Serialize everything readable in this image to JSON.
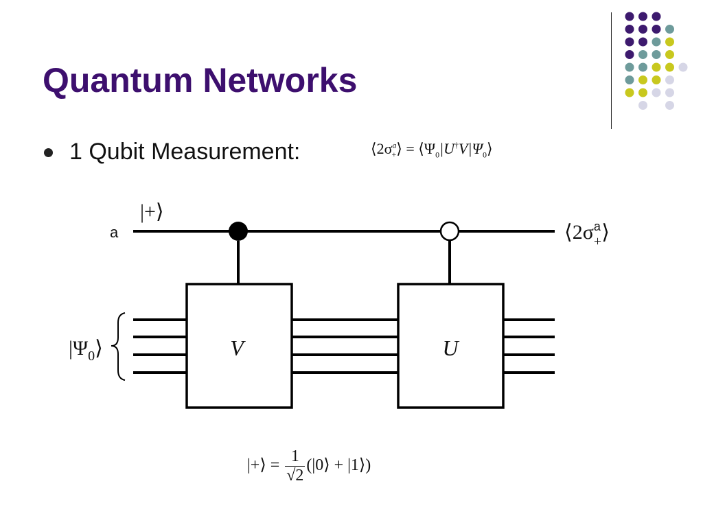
{
  "slide": {
    "title": "Quantum Networks",
    "bullet": "1 Qubit Measurement:"
  },
  "diagram": {
    "label_a": "a",
    "input_state": "|+⟩",
    "psi_state": "|Ψ",
    "psi_sub": "0",
    "gate_v": "V",
    "gate_u": "U",
    "output_prefix": "⟨2σ",
    "output_sup": "a",
    "output_sub": "+",
    "output_suffix": "⟩"
  },
  "formula_top": {
    "lhs": "⟨2σ",
    "lhs_sup": "a",
    "lhs_sub": "+",
    "lhs_close": "⟩",
    "eq": " = ",
    "rhs_open": "⟨Ψ",
    "rhs_sub0": "0",
    "rhs_mid": "|U",
    "rhs_dagger": "†",
    "rhs_v": "V|Ψ",
    "rhs_sub1": "0",
    "rhs_close": "⟩"
  },
  "formula_bottom": {
    "lhs": "|+⟩",
    "eq": " = ",
    "num": "1",
    "den": "√2",
    "rhs": "(|0⟩ + |1⟩)"
  },
  "colors": {
    "title": "#3d0f6e",
    "dot_purple": "#3d1a6e",
    "dot_teal": "#6e9b9b",
    "dot_yellow": "#c8c81e",
    "dot_lavender": "#d6d6e6"
  }
}
